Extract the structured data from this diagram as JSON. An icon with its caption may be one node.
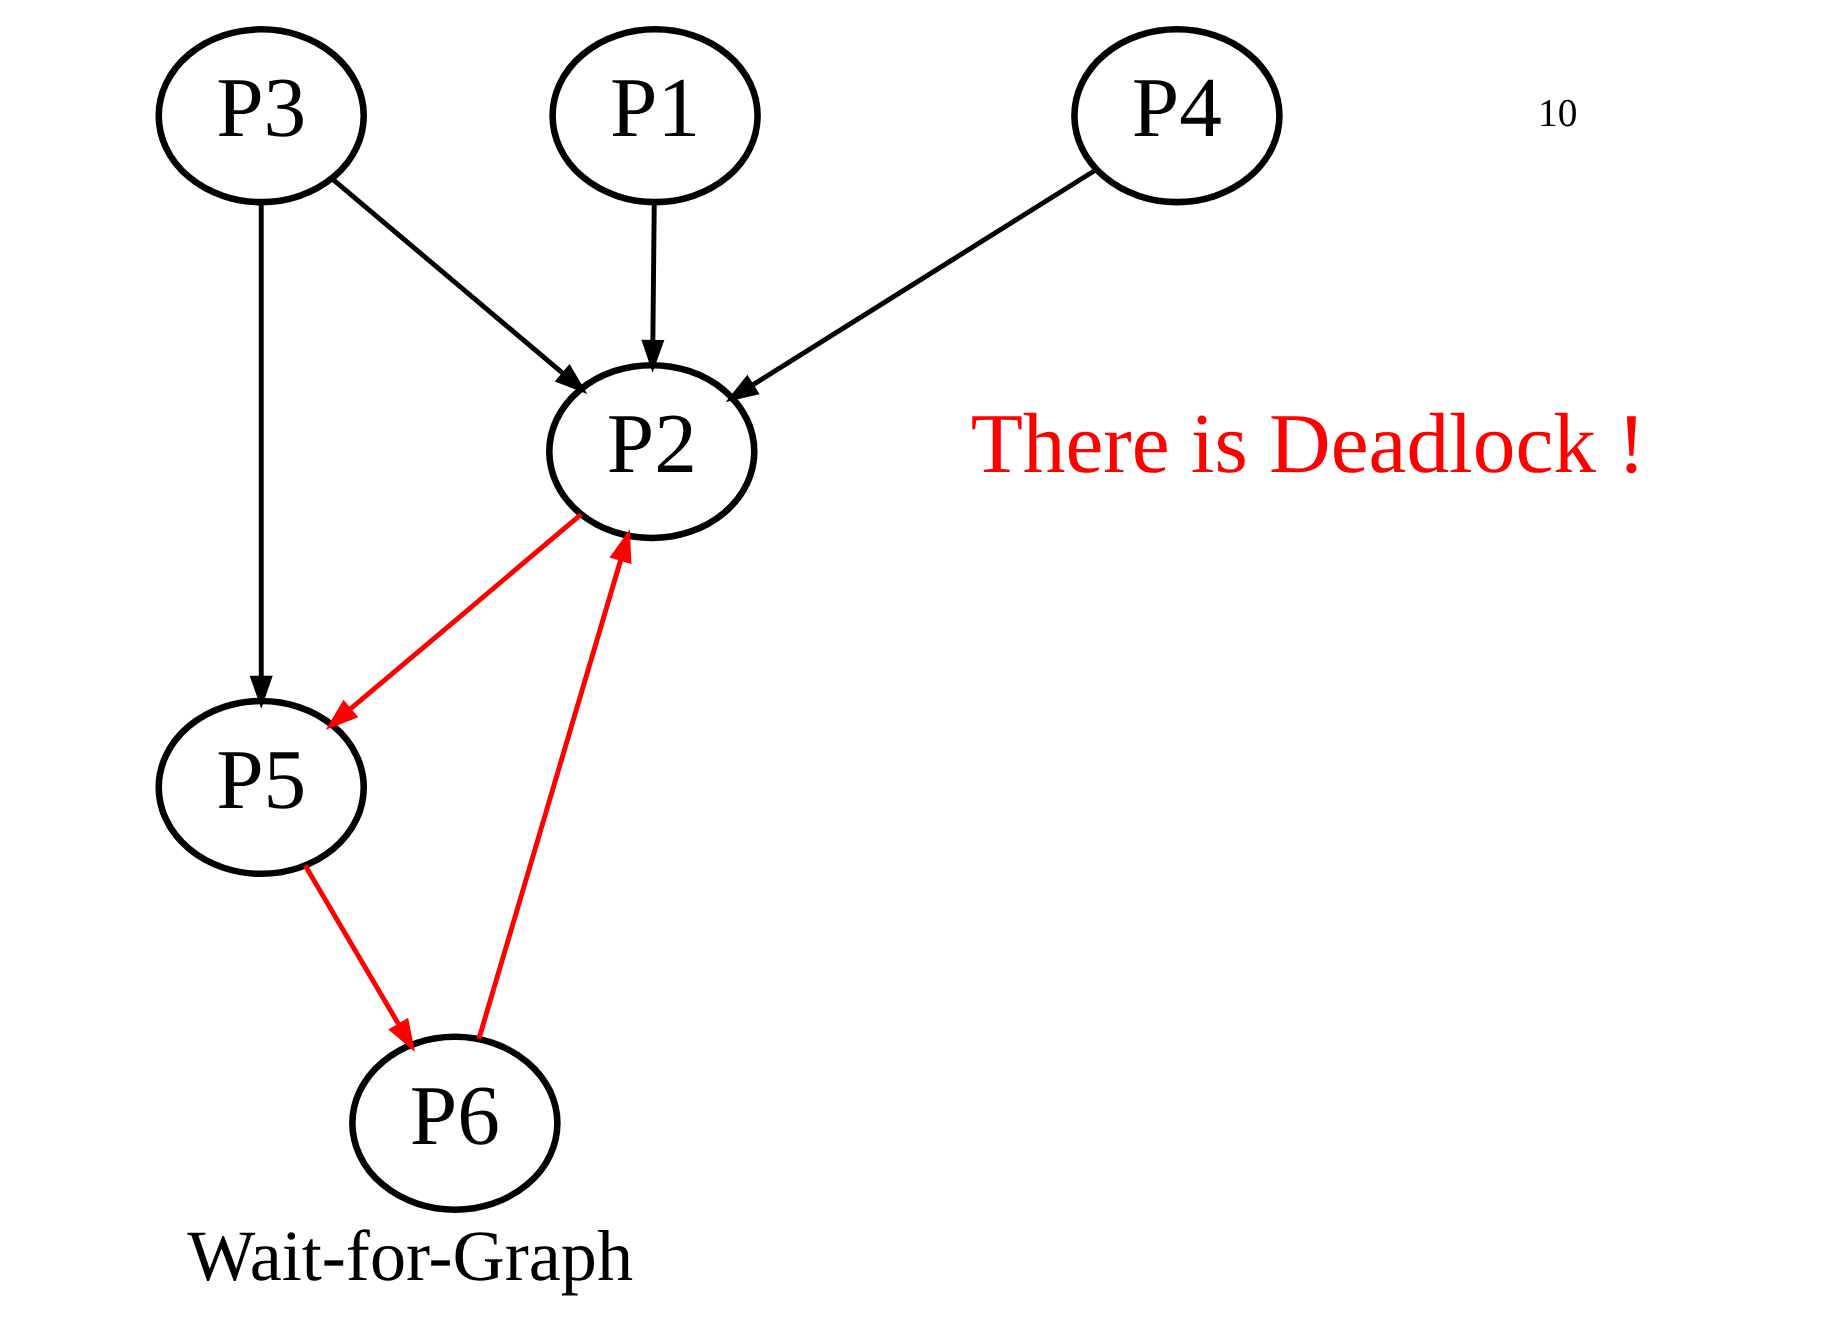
{
  "diagram": {
    "caption": "Wait-for-Graph",
    "nodes": [
      {
        "text": [
          "P1"
        ]
      },
      {
        "text": [
          "P6"
        ]
      },
      {
        "text": [
          "P2"
        ]
      },
      {
        "text": [
          "P5"
        ]
      },
      {
        "text": [
          "P3"
        ]
      },
      {
        "text": [
          "P4"
        ]
      }
    ],
    "edges": [
      {
        "from": 0,
        "to": 2,
        "arrow": "to"
      },
      {
        "from": 1,
        "to": 2,
        "arrow": "to",
        "color": "#ff0000"
      },
      {
        "from": 2,
        "to": 3,
        "arrow": "to",
        "color": "#ff0000"
      },
      {
        "from": 3,
        "to": 1,
        "arrow": "to",
        "color": "#ff0000"
      },
      {
        "from": 4,
        "to": 2,
        "arrow": "to"
      },
      {
        "from": 4,
        "to": 3,
        "arrow": "to"
      },
      {
        "from": 5,
        "to": 2,
        "arrow": "to"
      }
    ],
    "labels": [
      "There is Deadlock !",
      "10"
    ]
  }
}
